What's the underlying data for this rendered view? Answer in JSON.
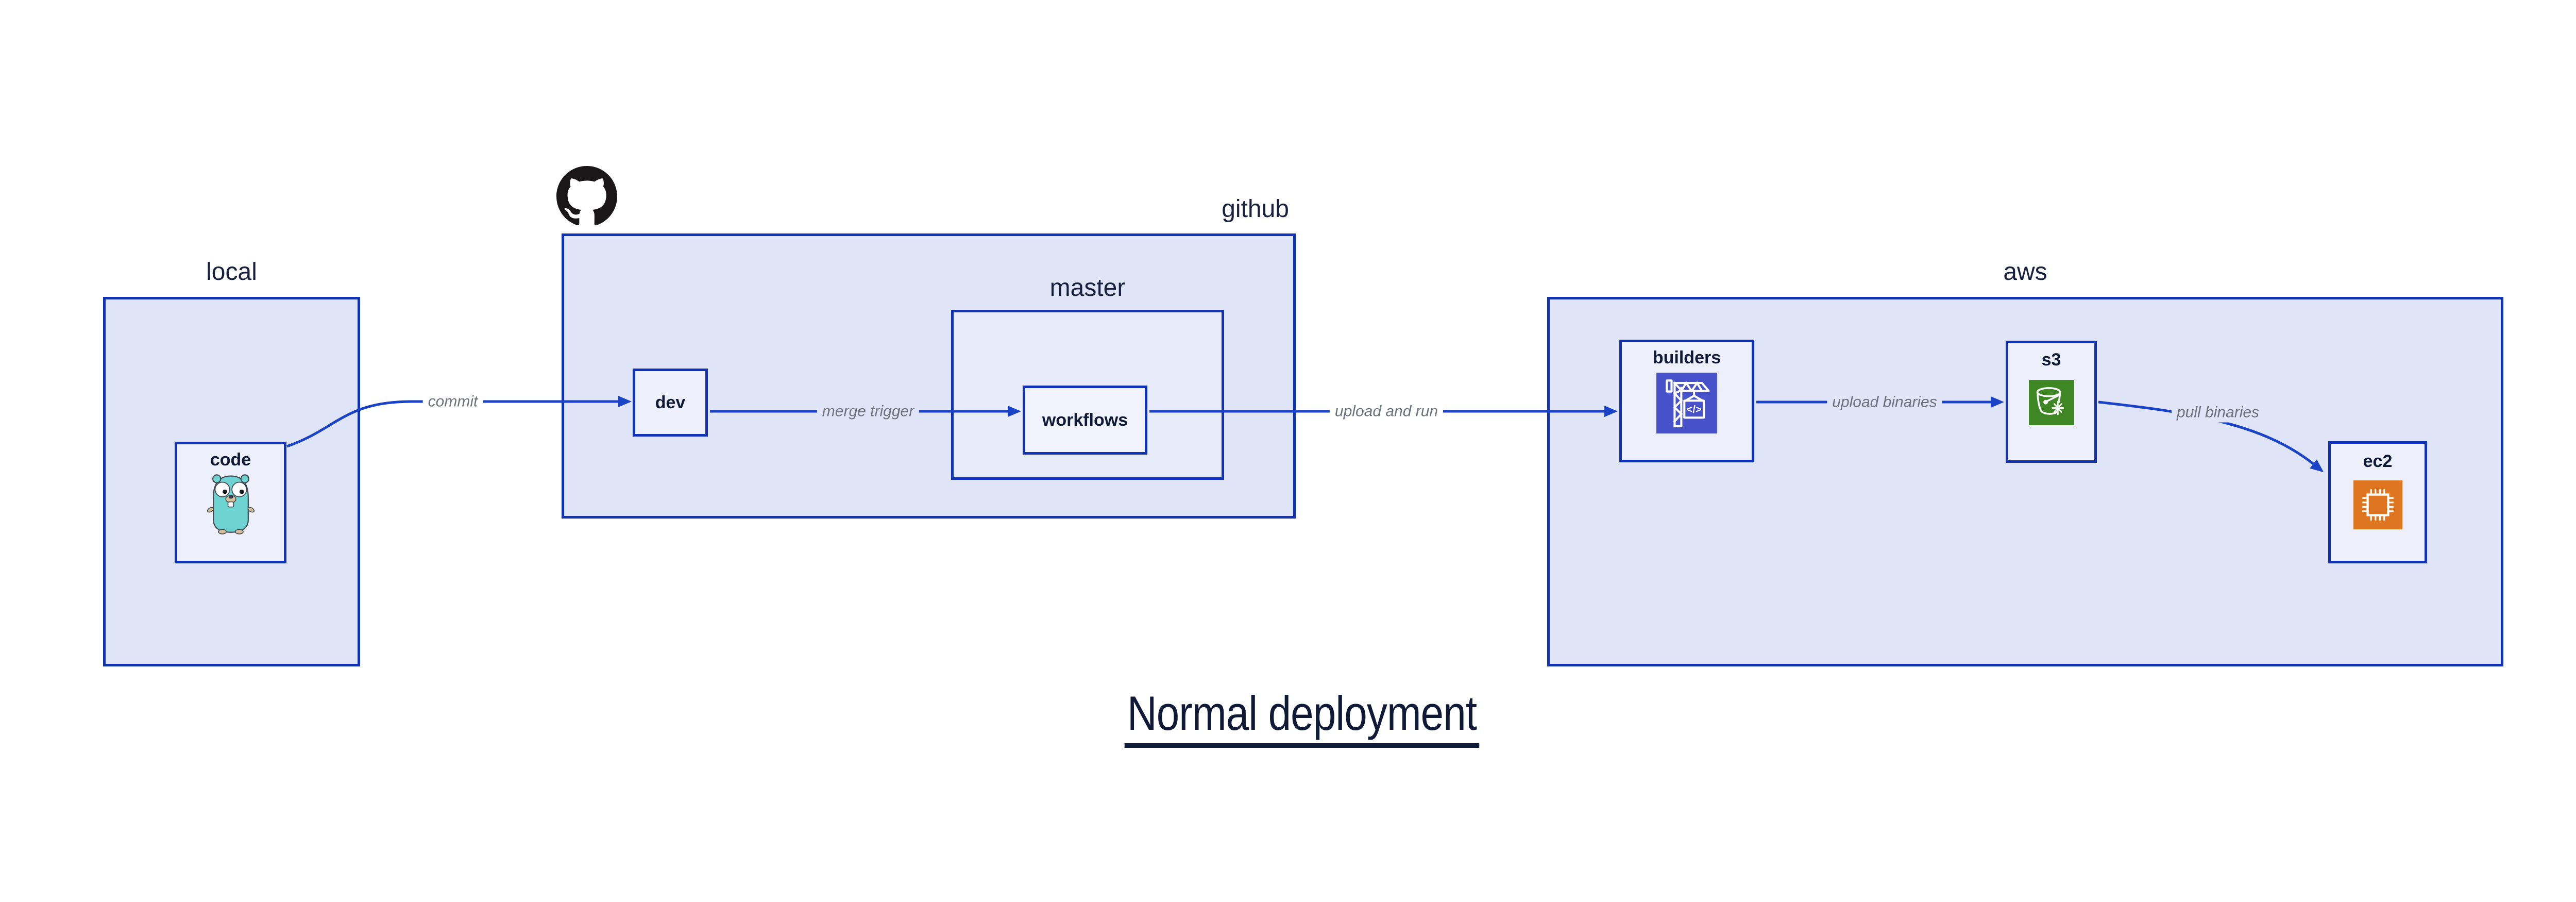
{
  "title": {
    "text": "Normal deployment"
  },
  "groups": {
    "local": {
      "label": "local"
    },
    "github": {
      "label": "github"
    },
    "master": {
      "label": "master"
    },
    "aws": {
      "label": "aws"
    }
  },
  "nodes": {
    "code": {
      "label": "code",
      "icon": "go-gopher-icon"
    },
    "dev": {
      "label": "dev"
    },
    "workflows": {
      "label": "workflows"
    },
    "builders": {
      "label": "builders",
      "icon": "codebuild-crane-icon",
      "glyph": "</>"
    },
    "s3": {
      "label": "s3",
      "icon": "s3-glacier-bucket-icon"
    },
    "ec2": {
      "label": "ec2",
      "icon": "ec2-chip-icon"
    }
  },
  "edges": {
    "commit": {
      "label": "commit",
      "from": "code",
      "to": "dev"
    },
    "merge_trigger": {
      "label": "merge trigger",
      "from": "dev",
      "to": "workflows"
    },
    "upload_and_run": {
      "label": "upload and run",
      "from": "workflows",
      "to": "builders"
    },
    "upload_binaries": {
      "label": "upload binaries",
      "from": "builders",
      "to": "s3"
    },
    "pull_binaries": {
      "label": "pull binaries",
      "from": "s3",
      "to": "ec2"
    }
  },
  "icons": {
    "github_logo": "github-octocat-icon"
  },
  "colors": {
    "background": "#ffffff",
    "box_border": "#1232b4",
    "arrow": "#1a43c8",
    "group_fill": "#dfe5f7",
    "master_fill": "#e7ebfa",
    "node_fill": "#edf0fb",
    "text_navy": "#101a36",
    "edge_label_gray": "#6c717c",
    "codebuild_indigo": "#4751c9",
    "s3_green": "#3f8624",
    "ec2_orange": "#dd7420",
    "octocat_black": "#191717",
    "gopher_teal": "#6ed4d2"
  }
}
